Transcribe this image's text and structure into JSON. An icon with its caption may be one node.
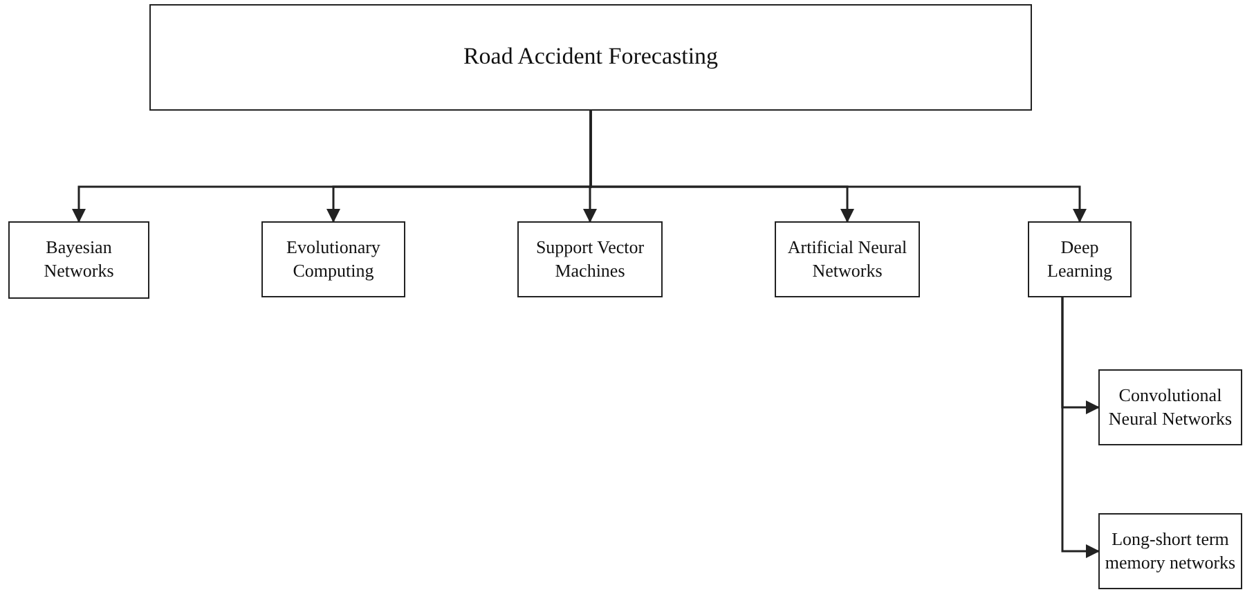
{
  "diagram": {
    "nodes": [
      {
        "text": [
          "Road Accident Forecasting"
        ]
      },
      {
        "text": [
          "Bayesian Networks"
        ]
      },
      {
        "text": [
          "Evolutionary Computing"
        ]
      },
      {
        "text": [
          "Support Vector Machines"
        ]
      },
      {
        "text": [
          "Artificial Neural Networks"
        ]
      },
      {
        "text": [
          "Deep Learning"
        ]
      },
      {
        "text": [
          "Convolutional Neural Networks"
        ]
      },
      {
        "text": [
          "Long-short term memory networks"
        ]
      }
    ],
    "edges": [
      {
        "from": 0,
        "to": 1,
        "arrow": "to"
      },
      {
        "from": 0,
        "to": 2,
        "arrow": "to"
      },
      {
        "from": 0,
        "to": 3,
        "arrow": "to"
      },
      {
        "from": 0,
        "to": 4,
        "arrow": "to"
      },
      {
        "from": 0,
        "to": 5,
        "arrow": "to"
      },
      {
        "from": 5,
        "to": 6,
        "arrow": "to"
      },
      {
        "from": 5,
        "to": 7,
        "arrow": "to"
      }
    ]
  }
}
